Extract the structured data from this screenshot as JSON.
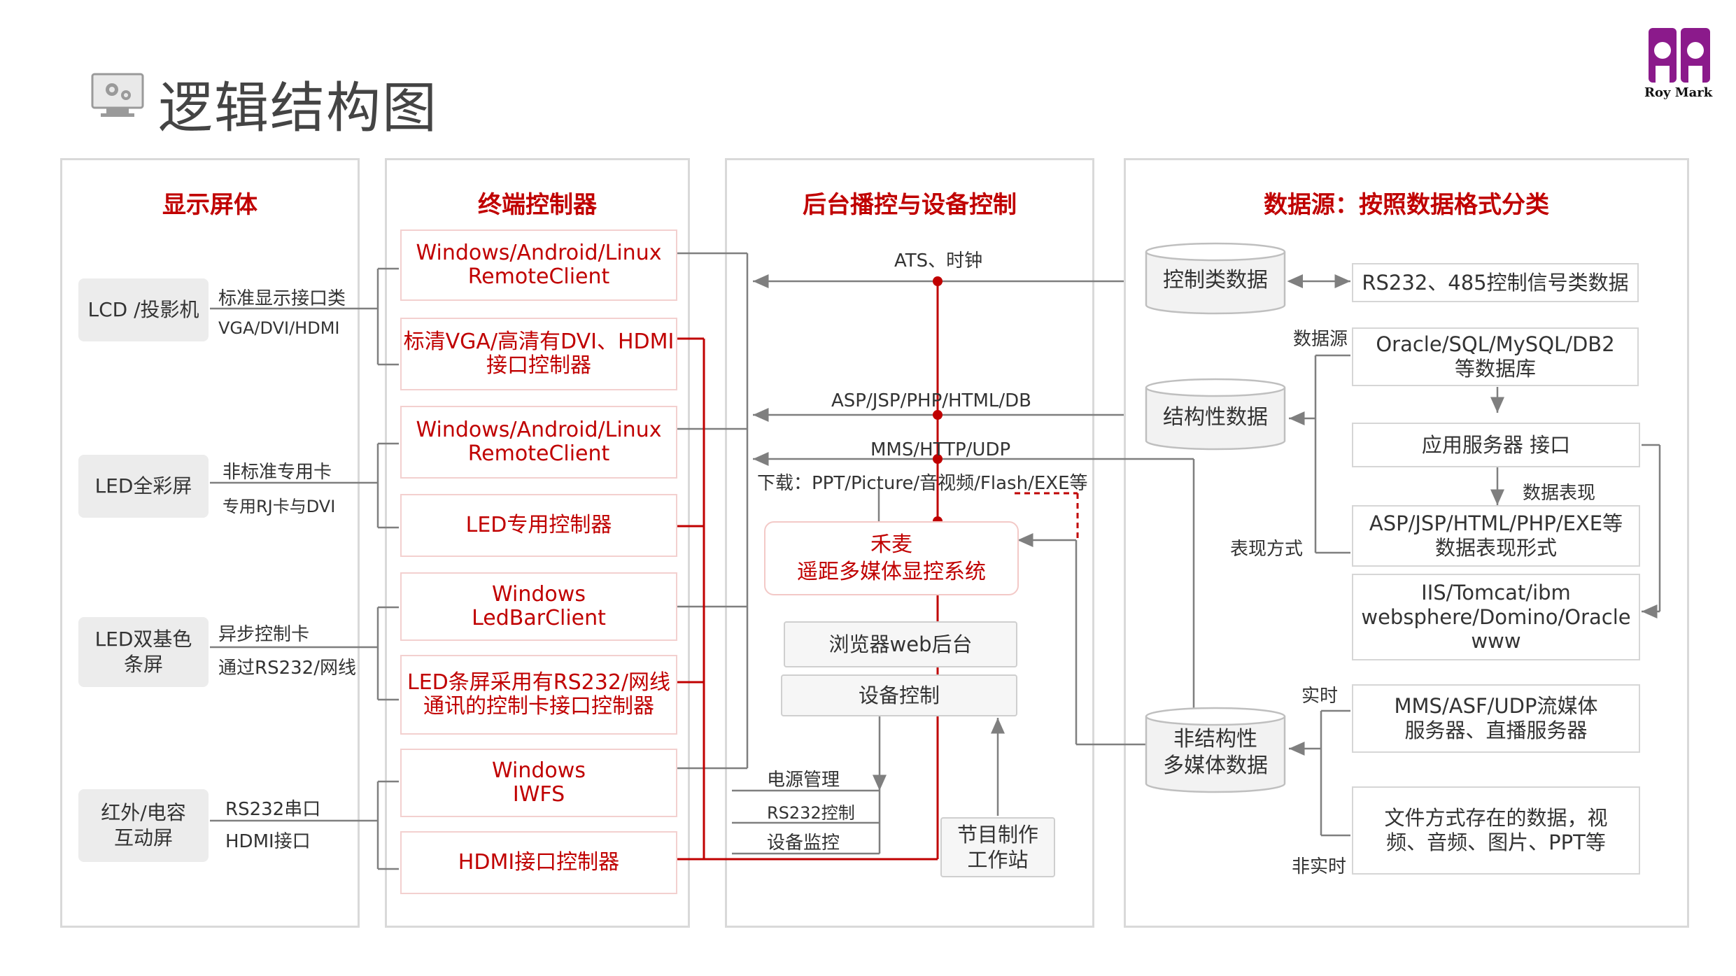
{
  "page": {
    "title": "逻辑结构图"
  },
  "logo": {
    "text": "Roy Mark",
    "color": "#8b1a8b"
  },
  "colors": {
    "accent": "#c00000",
    "line_gray": "#7f7f7f",
    "line_red": "#c00000"
  },
  "columns": {
    "display": {
      "title": "显示屏体",
      "items": [
        {
          "name": "LCD /投影机",
          "labels": [
            "标准显示接口类",
            "VGA/DVI/HDMI"
          ]
        },
        {
          "name": "LED全彩屏",
          "labels": [
            "非标准专用卡",
            "专用RJ卡与DVI"
          ]
        },
        {
          "name_lines": [
            "LED双基色",
            "条屏"
          ],
          "labels": [
            "异步控制卡",
            "通过RS232/网线"
          ]
        },
        {
          "name_lines": [
            "红外/电容",
            "互动屏"
          ],
          "labels": [
            "RS232串口",
            "HDMI接口"
          ]
        }
      ]
    },
    "terminal": {
      "title": "终端控制器",
      "items": [
        {
          "lines": [
            "Windows/Android/Linux",
            "RemoteClient"
          ]
        },
        {
          "lines": [
            "标清VGA/高清有DVI、HDMI",
            "接口控制器"
          ]
        },
        {
          "lines": [
            "Windows/Android/Linux",
            "RemoteClient"
          ]
        },
        {
          "lines": [
            "LED专用控制器"
          ]
        },
        {
          "lines": [
            "Windows",
            "LedBarClient"
          ]
        },
        {
          "lines": [
            "LED条屏采用有RS232/网线",
            "通讯的控制卡接口控制器"
          ]
        },
        {
          "lines": [
            "Windows",
            "IWFS"
          ]
        },
        {
          "lines": [
            "HDMI接口控制器"
          ]
        }
      ]
    },
    "backend": {
      "title": "后台播控与设备控制",
      "links": {
        "ats": "ATS、时钟",
        "asp": "ASP/JSP/PHP/HTML/DB",
        "mms": "MMS/HTTP/UDP",
        "download": "下载：PPT/Picture/音视频/Flash/EXE等"
      },
      "system_lines": [
        "禾麦",
        "遥距多媒体显控系统"
      ],
      "browser": "浏览器web后台",
      "device_control": "设备控制",
      "power": "电源管理",
      "rs232": "RS232控制",
      "monitor": "设备监控",
      "program_lines": [
        "节目制作",
        "工作站"
      ]
    },
    "datasource": {
      "title": "数据源：按照数据格式分类",
      "control_data": "控制类数据",
      "structured_data": "结构性数据",
      "unstructured_lines": [
        "非结构性",
        "多媒体数据"
      ],
      "rs232_data": "RS232、485控制信号类数据",
      "db_lines": [
        "Oracle/SQL/MySQL/DB2",
        "等数据库"
      ],
      "app_server": "应用服务器 接口",
      "asp_lines": [
        "ASP/JSP/HTML/PHP/EXE等",
        "数据表现形式"
      ],
      "iis_lines": [
        "IIS/Tomcat/ibm",
        "websphere/Domino/Oracle",
        "www"
      ],
      "mms_lines": [
        "MMS/ASF/UDP流媒体",
        "服务器、直播服务器"
      ],
      "file_lines": [
        "文件方式存在的数据，视",
        "频、音频、图片、PPT等"
      ],
      "label_datasource": "数据源",
      "label_presentation": "数据表现",
      "label_method": "表现方式",
      "label_realtime": "实时",
      "label_nonrealtime": "非实时"
    }
  }
}
